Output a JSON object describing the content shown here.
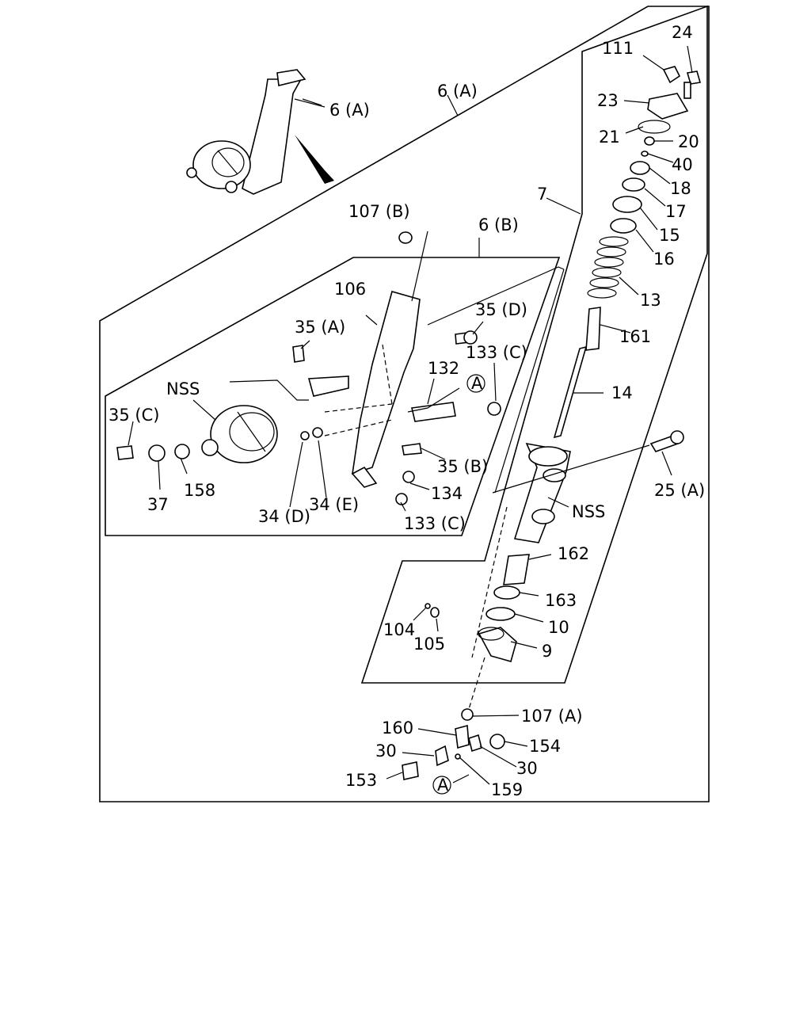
{
  "labels": {
    "l24": "24",
    "l111": "111",
    "l23": "23",
    "l21": "21",
    "l20": "20",
    "l40": "40",
    "l18": "18",
    "l17": "17",
    "l15": "15",
    "l16": "16",
    "l13": "13",
    "l161": "161",
    "l14": "14",
    "l7": "7",
    "l6A_top": "6 (A)",
    "l6A_inset": "6 (A)",
    "l107B": "107 (B)",
    "l6B": "6 (B)",
    "l106": "106",
    "l35D": "35 (D)",
    "l35A": "35 (A)",
    "l133C_top": "133 (C)",
    "l132": "132",
    "lA_top": "A",
    "lNSS_left": "NSS",
    "l35C": "35 (C)",
    "l37": "37",
    "l158": "158",
    "l34D": "34 (D)",
    "l34E": "34 (E)",
    "l35B": "35 (B)",
    "l134": "134",
    "l133C_bot": "133 (C)",
    "l25A": "25 (A)",
    "lNSS_right": "NSS",
    "l162": "162",
    "l163": "163",
    "l10": "10",
    "l9": "9",
    "l104": "104",
    "l105": "105",
    "l107A": "107 (A)",
    "l160": "160",
    "l154": "154",
    "l30_left": "30",
    "l30_right": "30",
    "l153": "153",
    "lA_bot": "A",
    "l159": "159"
  }
}
